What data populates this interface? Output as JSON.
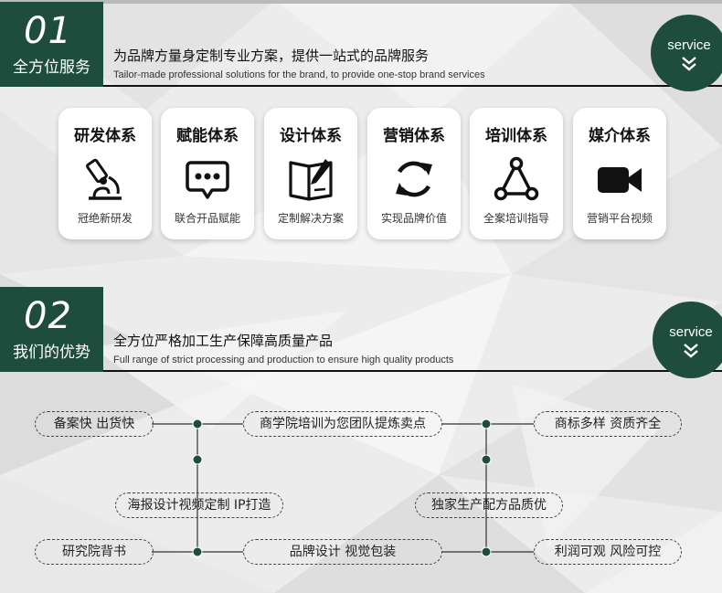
{
  "colors": {
    "brand_green": "#1e4d3e",
    "background": "#ececec"
  },
  "section1": {
    "number": "01",
    "caption": "全方位服务",
    "title": "为品牌方量身定制专业方案，提供一站式的品牌服务",
    "subtitle": "Tailor-made professional solutions for the brand, to provide one-stop brand services",
    "badge": "service"
  },
  "cards": [
    {
      "title": "研发体系",
      "subtitle": "冠绝新研发",
      "icon": "microscope-icon"
    },
    {
      "title": "赋能体系",
      "subtitle": "联合开品赋能",
      "icon": "chat-bubble-icon"
    },
    {
      "title": "设计体系",
      "subtitle": "定制解决方案",
      "icon": "design-book-icon"
    },
    {
      "title": "营销体系",
      "subtitle": "实现品牌价值",
      "icon": "refresh-icon"
    },
    {
      "title": "培训体系",
      "subtitle": "全案培训指导",
      "icon": "network-triangle-icon"
    },
    {
      "title": "媒介体系",
      "subtitle": "营销平台视频",
      "icon": "video-camera-icon"
    }
  ],
  "section2": {
    "number": "02",
    "caption": "我们的优势",
    "title": "全方位严格加工生产保障高质量产品",
    "subtitle": "Full range of strict processing and production to ensure high quality products",
    "badge": "service"
  },
  "advantages": {
    "left_top": "备案快 出货快",
    "left_mid": "海报设计视频定制 IP打造",
    "left_bottom": "研究院背书",
    "center_top": "商学院培训为您团队提炼卖点",
    "center_mid": "独家生产配方品质优",
    "center_bottom": "品牌设计  视觉包装",
    "right_top": "商标多样 资质齐全",
    "right_bottom": "利润可观 风险可控"
  }
}
